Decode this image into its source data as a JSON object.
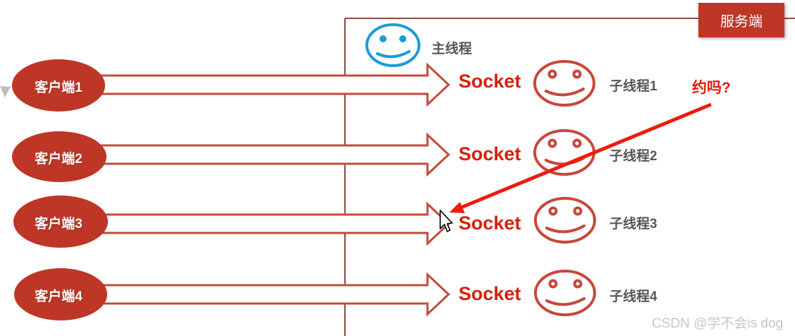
{
  "server": {
    "label": "服务端"
  },
  "main_thread": {
    "label": "主线程"
  },
  "annotation": {
    "label": "约吗?"
  },
  "rows": [
    {
      "client_label": "客户端1",
      "socket_label": "Socket",
      "thread_label": "子线程1"
    },
    {
      "client_label": "客户端2",
      "socket_label": "Socket",
      "thread_label": "子线程2"
    },
    {
      "client_label": "客户端3",
      "socket_label": "Socket",
      "thread_label": "子线程3"
    },
    {
      "client_label": "客户端4",
      "socket_label": "Socket",
      "thread_label": "子线程4"
    }
  ],
  "watermark": {
    "text": "CSDN @学不会is dog"
  },
  "icons": {
    "main_thread_icon": "blue-smiley-face",
    "child_thread_icon": "red-smiley-face",
    "cursor_icon": "mouse-pointer",
    "marker_icon": "gray-triangle"
  },
  "colors": {
    "client_ellipse_red": "#be3626",
    "server_box_red": "#be3626",
    "socket_text_red": "#d6200b",
    "annotation_red": "#ec1c0e",
    "arrow_outline_red": "#c24b3b",
    "smiley_red": "#c8473a",
    "smiley_blue": "#1e9bd7",
    "thread_text_gray": "#575757",
    "border_maroon": "#8c4a42",
    "watermark_gray": "#c6c6c6"
  }
}
